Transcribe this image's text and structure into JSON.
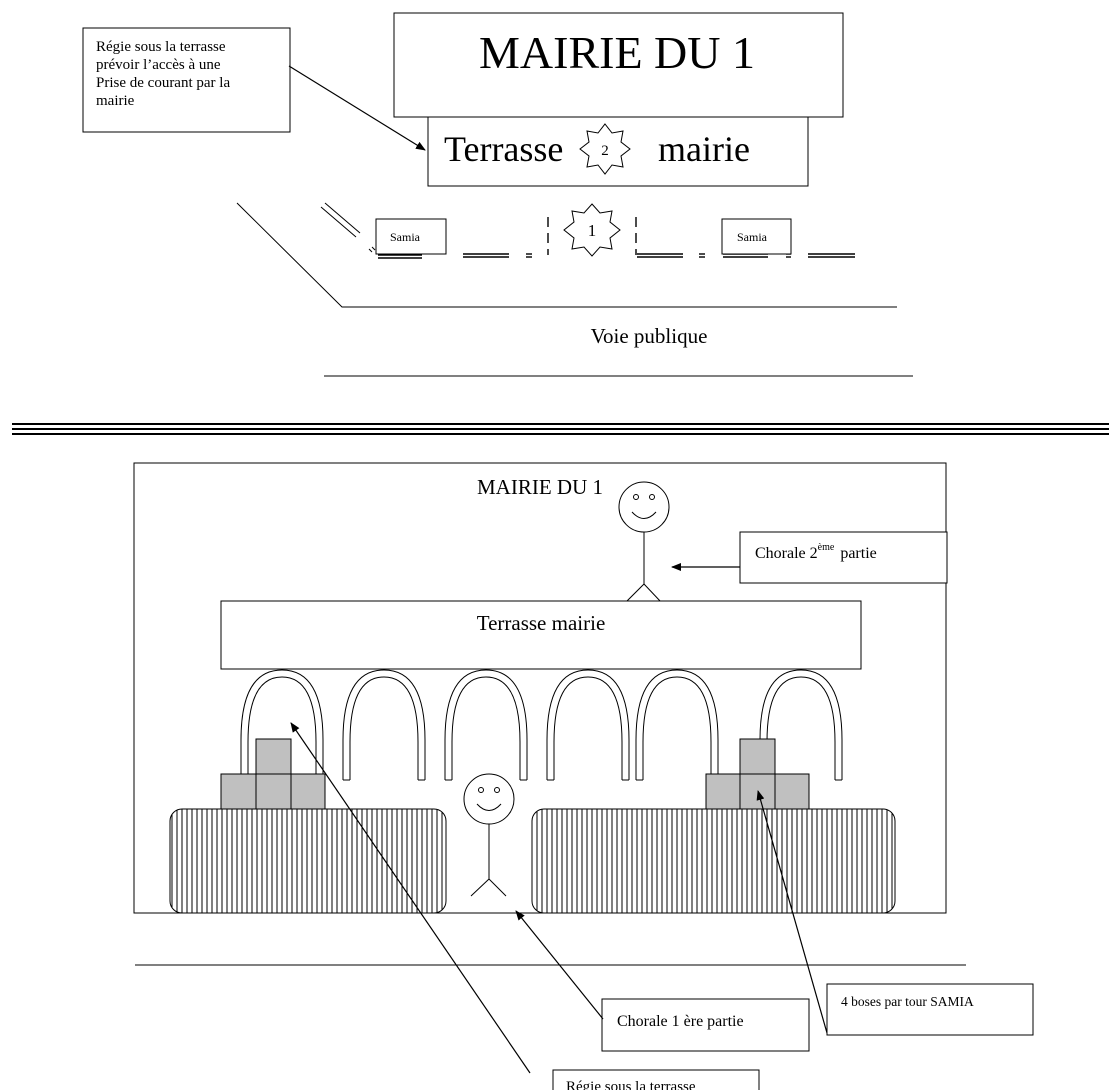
{
  "top_plan": {
    "title": "MAIRIE DU 1",
    "terrace_left": "Terrasse",
    "terrace_right": "mairie",
    "star_top_number": "2",
    "star_street_number": "1",
    "samia_left": "Samia",
    "samia_right": "Samia",
    "street_label": "Voie publique",
    "note_lines": [
      "Régie sous la terrasse",
      "prévoir l’accès à une",
      "Prise de courant par la",
      "mairie"
    ]
  },
  "front_view": {
    "title": "MAIRIE DU 1",
    "terrace_label": "Terrasse mairie",
    "chorale_two_base": "Chorale 2",
    "chorale_two_sup": "ème",
    "chorale_two_end": "partie",
    "chorale_one_label": "Chorale 1 ère partie",
    "samia_boxes_label": "4 boses par tour SAMIA",
    "bottom_note": "Régie sous la terrasse"
  }
}
